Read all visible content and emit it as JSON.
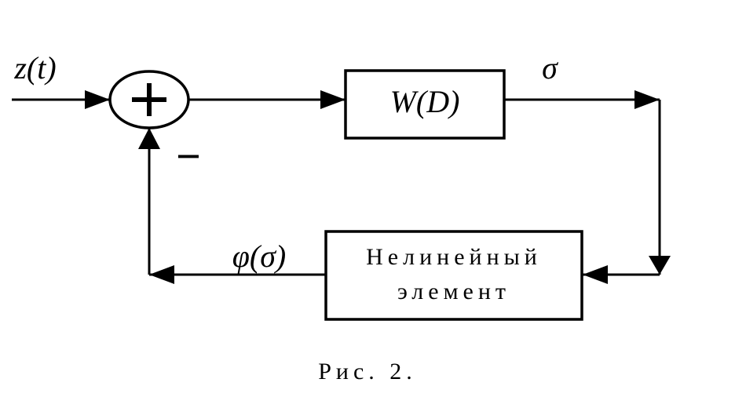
{
  "labels": {
    "input_signal": "z(t)",
    "output_signal": "σ",
    "feedback_signal": "φ(σ)",
    "feedback_sign": "−"
  },
  "blocks": {
    "linear": {
      "label": "W(D)"
    },
    "nonlinear": {
      "line1": "Нелинейный",
      "line2": "элемент"
    }
  },
  "caption": "Рис. 2."
}
